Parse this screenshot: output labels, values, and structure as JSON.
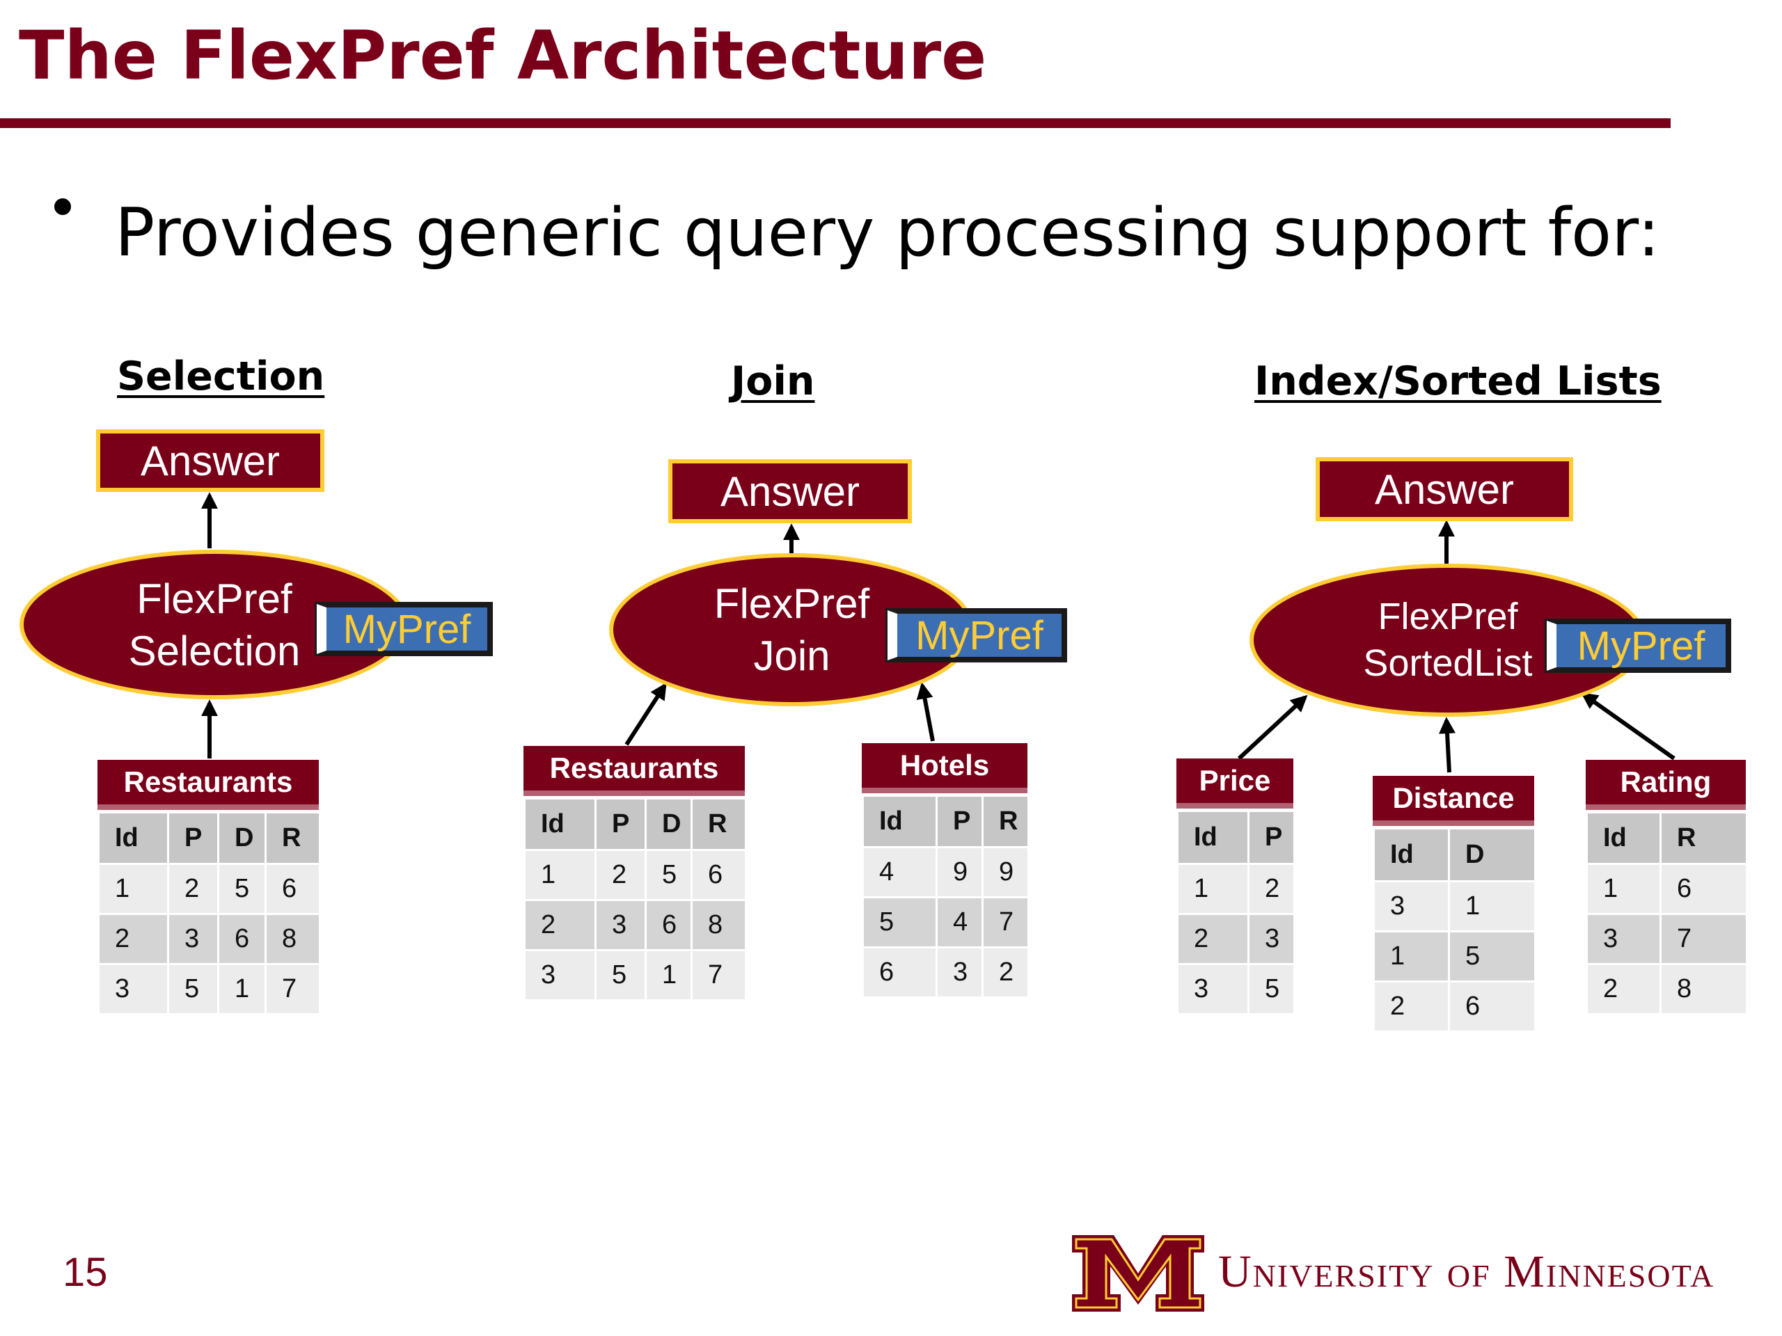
{
  "slide": {
    "title": "The FlexPref Architecture",
    "bullet": "Provides generic query processing support for:",
    "page_number": "15"
  },
  "branding": {
    "wordmark": "University of Minnesota",
    "logo_letter": "M",
    "brand_color": "#7a0019",
    "accent_color": "#ffcc33",
    "mypref_color": "#3c6eb4"
  },
  "sections": [
    {
      "heading": "Selection",
      "answer_label": "Answer",
      "operator_lines": [
        "FlexPref",
        "Selection"
      ],
      "pref_label": "MyPref",
      "relations": [
        {
          "name": "Restaurants",
          "columns": [
            "Id",
            "P",
            "D",
            "R"
          ],
          "rows": [
            [
              "1",
              "2",
              "5",
              "6"
            ],
            [
              "2",
              "3",
              "6",
              "8"
            ],
            [
              "3",
              "5",
              "1",
              "7"
            ]
          ]
        }
      ]
    },
    {
      "heading": "Join",
      "answer_label": "Answer",
      "operator_lines": [
        "FlexPref",
        "Join"
      ],
      "pref_label": "MyPref",
      "relations": [
        {
          "name": "Restaurants",
          "columns": [
            "Id",
            "P",
            "D",
            "R"
          ],
          "rows": [
            [
              "1",
              "2",
              "5",
              "6"
            ],
            [
              "2",
              "3",
              "6",
              "8"
            ],
            [
              "3",
              "5",
              "1",
              "7"
            ]
          ]
        },
        {
          "name": "Hotels",
          "columns": [
            "Id",
            "P",
            "R"
          ],
          "rows": [
            [
              "4",
              "9",
              "9"
            ],
            [
              "5",
              "4",
              "7"
            ],
            [
              "6",
              "3",
              "2"
            ]
          ]
        }
      ]
    },
    {
      "heading": "Index/Sorted Lists",
      "answer_label": "Answer",
      "operator_lines": [
        "FlexPref",
        "SortedList"
      ],
      "pref_label": "MyPref",
      "relations": [
        {
          "name": "Price",
          "columns": [
            "Id",
            "P"
          ],
          "rows": [
            [
              "1",
              "2"
            ],
            [
              "2",
              "3"
            ],
            [
              "3",
              "5"
            ]
          ]
        },
        {
          "name": "Distance",
          "columns": [
            "Id",
            "D"
          ],
          "rows": [
            [
              "3",
              "1"
            ],
            [
              "1",
              "5"
            ],
            [
              "2",
              "6"
            ]
          ]
        },
        {
          "name": "Rating",
          "columns": [
            "Id",
            "R"
          ],
          "rows": [
            [
              "1",
              "6"
            ],
            [
              "3",
              "7"
            ],
            [
              "2",
              "8"
            ]
          ]
        }
      ]
    }
  ]
}
